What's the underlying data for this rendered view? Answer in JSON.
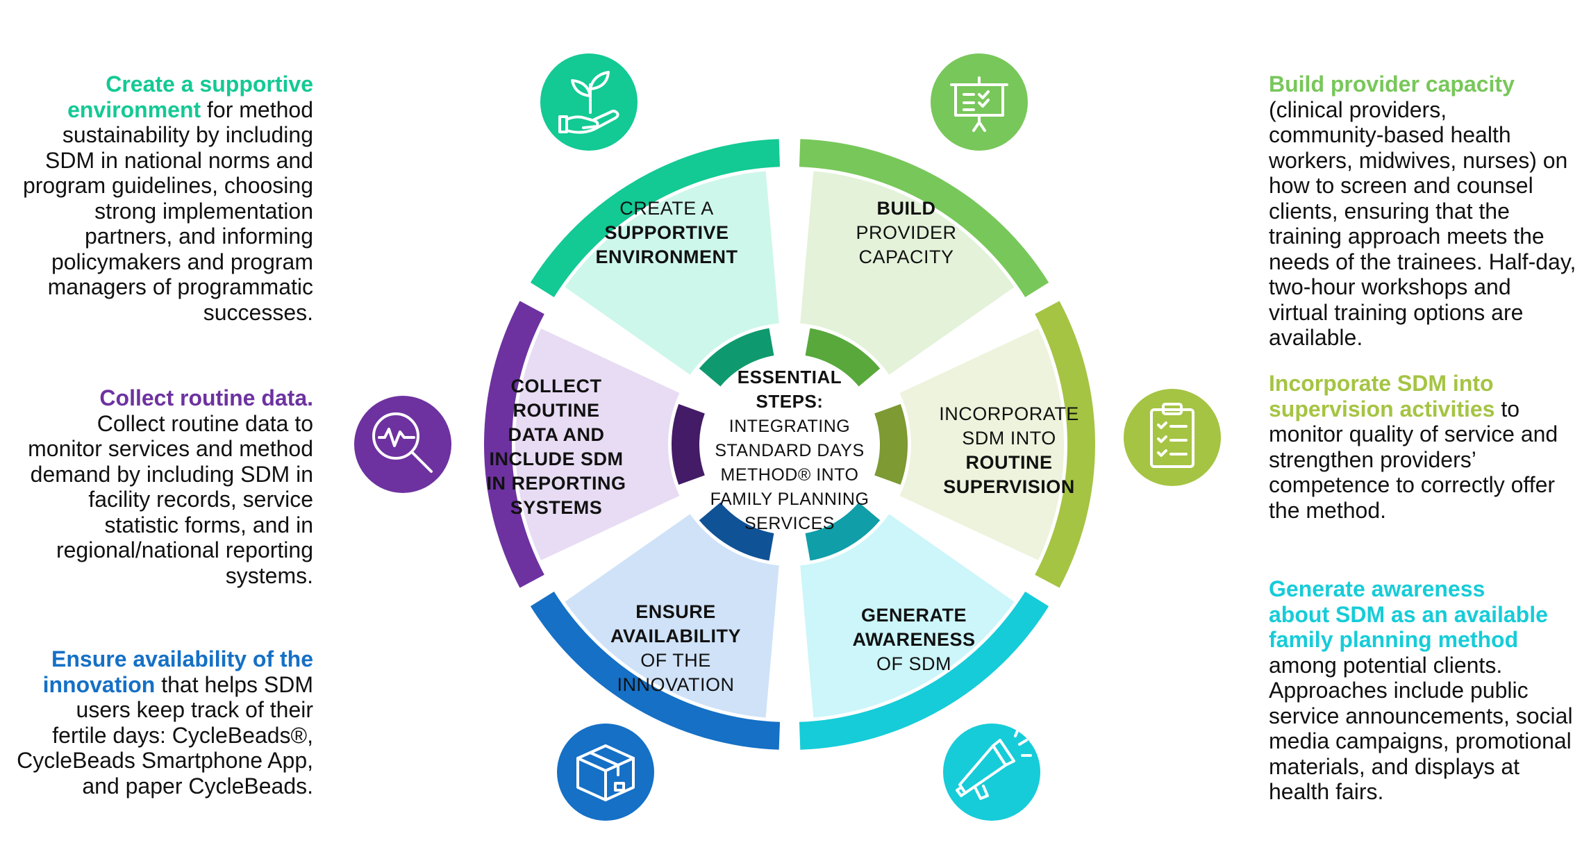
{
  "colors": {
    "supportive": "#13c994",
    "provider": "#78c75a",
    "supervision": "#a5c443",
    "awareness": "#16ccd8",
    "availability": "#1570c6",
    "data": "#6d32a0"
  },
  "center": {
    "line1": "ESSENTIAL",
    "line2": "STEPS:",
    "line3": "INTEGRATING",
    "line4": "STANDARD DAYS",
    "line5": "METHOD® INTO",
    "line6": "FAMILY PLANNING",
    "line7": "SERVICES"
  },
  "segments": {
    "supportive": {
      "l1": "CREATE A",
      "l2": "SUPPORTIVE",
      "l3": "ENVIRONMENT",
      "icon": "hand-plant-icon"
    },
    "provider": {
      "l1": "BUILD",
      "l2": "PROVIDER",
      "l3": "CAPACITY",
      "icon": "presentation-board-icon"
    },
    "supervision": {
      "l1": "INCORPORATE",
      "l2": "SDM INTO",
      "l3": "ROUTINE",
      "l4": "SUPERVISION",
      "icon": "clipboard-checklist-icon"
    },
    "awareness": {
      "l1": "GENERATE",
      "l2": "AWARENESS",
      "l3": "OF SDM",
      "icon": "megaphone-icon"
    },
    "availability": {
      "l1": "ENSURE",
      "l2": "AVAILABILITY",
      "l3": "OF THE",
      "l4": "INNOVATION",
      "icon": "package-box-icon"
    },
    "data": {
      "l1": "COLLECT",
      "l2": "ROUTINE",
      "l3": "DATA AND",
      "l4": "INCLUDE SDM",
      "l5": "IN REPORTING",
      "l6": "SYSTEMS",
      "icon": "magnifier-chart-icon"
    }
  },
  "left_texts": {
    "supportive": {
      "highlight1": "Create a supportive",
      "highlight2": "environment",
      "body1": " for method",
      "lines": [
        "sustainability by including",
        "SDM in national norms and",
        "program guidelines, choosing",
        "strong implementation",
        "partners, and informing",
        "policymakers and program",
        "managers of programmatic",
        "successes."
      ]
    },
    "data": {
      "highlight": "Collect routine data.",
      "lines": [
        "Collect routine data to",
        "monitor services and method",
        "demand by including SDM in",
        "facility records, service",
        "statistic forms, and in",
        "regional/national reporting",
        "systems."
      ]
    },
    "availability": {
      "highlight1": "Ensure availability of the",
      "highlight2": "innovation",
      "body1": " that helps SDM",
      "lines": [
        "users keep track of their",
        "fertile days: CycleBeads®,",
        "CycleBeads Smartphone App,",
        "and paper CycleBeads."
      ]
    }
  },
  "right_texts": {
    "provider": {
      "highlight": "Build provider capacity",
      "lines": [
        "(clinical providers,",
        "community-based health",
        "workers, midwives, nurses) on",
        "how to screen and counsel",
        "clients, ensuring that the",
        "training approach meets the",
        "needs of the trainees. Half-day,",
        "two-hour workshops and",
        "virtual training options are",
        "available."
      ]
    },
    "supervision": {
      "highlight1": "Incorporate SDM into",
      "highlight2": "supervision activities",
      "body1": " to",
      "lines": [
        "monitor quality of service and",
        "strengthen providers’",
        "competence to correctly offer",
        "the method."
      ]
    },
    "awareness": {
      "highlight1": "Generate awareness",
      "highlight2": "about SDM as an available",
      "highlight3": "family planning method",
      "lines": [
        "among potential clients.",
        "Approaches include public",
        "service announcements, social",
        "media campaigns, promotional",
        "materials, and displays at",
        "health fairs."
      ]
    }
  }
}
